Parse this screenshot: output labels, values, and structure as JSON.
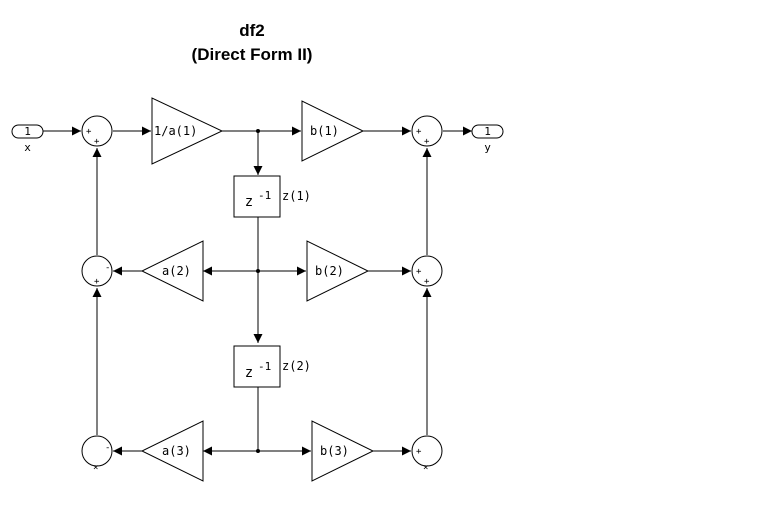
{
  "title": {
    "name": "df2",
    "subtitle": "(Direct Form II)"
  },
  "ports": {
    "input": {
      "number": "1",
      "label": "x"
    },
    "output": {
      "number": "1",
      "label": "y"
    }
  },
  "gains": {
    "inv_a1": "1/a(1)",
    "b1": "b(1)",
    "a2": "a(2)",
    "b2": "b(2)",
    "a3": "a(3)",
    "b3": "b(3)"
  },
  "delays": {
    "d1": {
      "base": "z",
      "exp": "-1",
      "label": "z(1)"
    },
    "d2": {
      "base": "z",
      "exp": "-1",
      "label": "z(2)"
    }
  },
  "sum_signs": {
    "plus": "+",
    "minus": "-",
    "cross": "×"
  }
}
